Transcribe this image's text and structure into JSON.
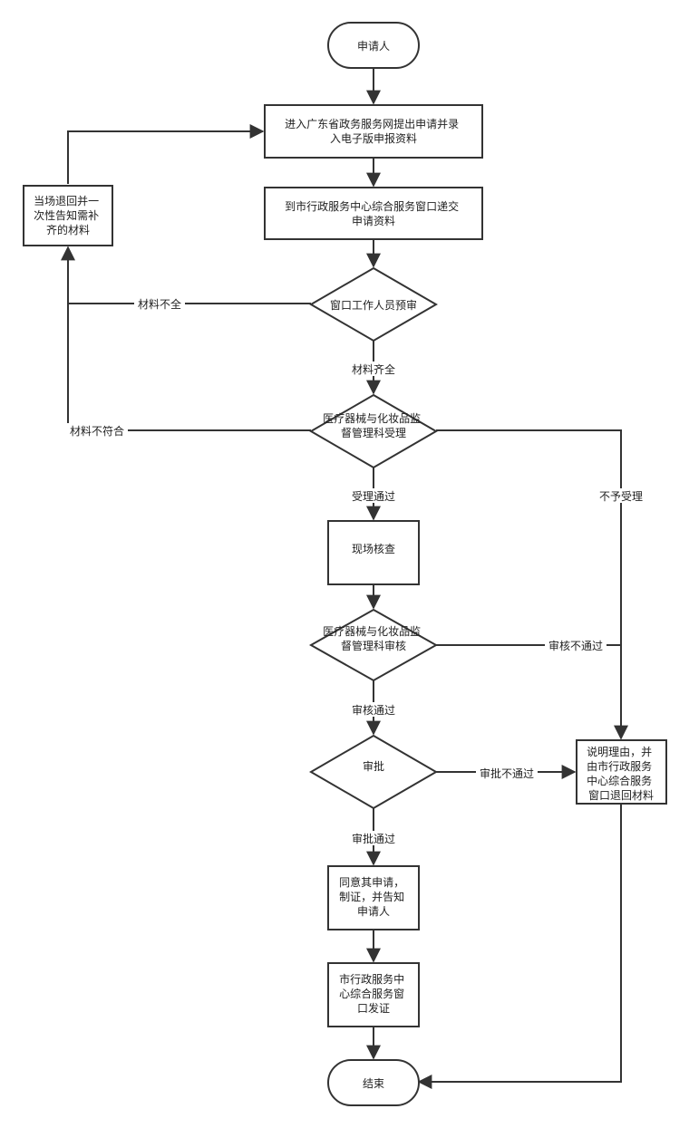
{
  "nodes": {
    "applicant": "申请人",
    "enter_online": [
      "进入广东省政务服务网提出申请并录",
      "入电子版申报资料"
    ],
    "submit_window": [
      "到市行政服务中心综合服务窗口递交",
      "申请资料"
    ],
    "window_precheck": "窗口工作人员预审",
    "return_materials": [
      "当场退回并一",
      "次性告知需补",
      "齐的材料"
    ],
    "accept": [
      "医疗器械与化妆品监",
      "督管理科受理"
    ],
    "site_check": "现场核查",
    "review": [
      "医疗器械与化妆品监",
      "督管理科审核"
    ],
    "approve": "审批",
    "explain_return": [
      "说明理由，并",
      "由市行政服务",
      "中心综合服务",
      "窗口退回材料"
    ],
    "agree": [
      "同意其申请，",
      "制证，并告知",
      "申请人"
    ],
    "issue": [
      "市行政服务中",
      "心综合服务窗",
      "口发证"
    ],
    "end": "结束"
  },
  "edge_labels": {
    "incomplete": "材料不全",
    "complete": "材料齐全",
    "not_conform": "材料不符合",
    "accepted": "受理通过",
    "not_accepted": "不予受理",
    "review_failed": "审核不通过",
    "review_passed": "审核通过",
    "approve_failed": "审批不通过",
    "approve_passed": "审批通过"
  },
  "colors": {
    "stroke": "#333333",
    "fill": "#ffffff",
    "text": "#222222"
  }
}
